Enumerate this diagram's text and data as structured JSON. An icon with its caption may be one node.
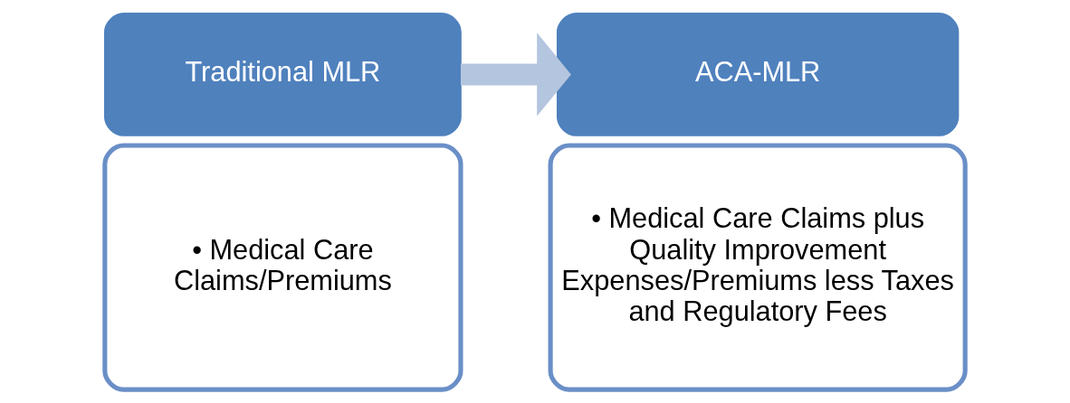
{
  "diagram": {
    "nodes": [
      {
        "text": [
          "Traditional MLR"
        ]
      },
      {
        "text": [
          "• Medical Care Claims/Premiums"
        ]
      },
      {
        "text": [
          "ACA-MLR"
        ]
      },
      {
        "text": [
          "• Medical Care Claims plus Quality Improvement Expenses/Premiums less Taxes and Regulatory Fees"
        ]
      }
    ],
    "edges": [
      {
        "from": 0,
        "to": 2,
        "arrow": "to",
        "color": "#b4c5df"
      }
    ]
  }
}
